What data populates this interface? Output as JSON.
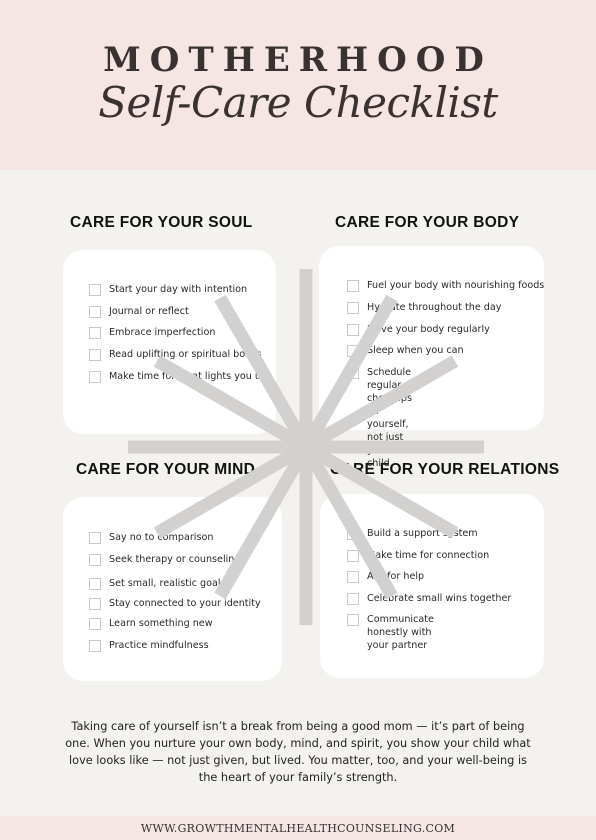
{
  "header": {
    "title": "MOTHERHOOD",
    "subtitle": "Self-Care Checklist"
  },
  "sections": {
    "soul": {
      "title": "CARE FOR YOUR SOUL",
      "items": [
        "Start your day with intention",
        "Journal or reflect",
        "Embrace imperfection",
        "Read uplifting or spiritual books",
        "Make time for what lights you up"
      ]
    },
    "body": {
      "title": "CARE FOR YOUR BODY",
      "items": [
        "Fuel your body with nourishing foods",
        "Hydrate throughout the day",
        "Move your body regularly",
        "Sleep when you can",
        "Schedule regular checkups for\nyourself, not just your child"
      ]
    },
    "mind": {
      "title": "CARE FOR YOUR MIND",
      "items": [
        "Say no to comparison",
        "Seek therapy or counseling",
        "Set small, realistic goals",
        "Stay connected to your identity",
        "Learn something new",
        "Practice mindfulness"
      ]
    },
    "relations": {
      "title": "CARE FOR YOUR RELATIONS",
      "items": [
        "Build a support system",
        "Make time for connection",
        "Ask for help",
        "Celebrate small wins together",
        "Communicate honestly with\nyour partner"
      ]
    }
  },
  "footer": {
    "paragraph": "Taking care of yourself isn’t a break from being a good mom — it’s part of being one. When you nurture your own body, mind, and spirit, you show your child what love looks like — not just given, but lived. You matter, too, and your well-being is the heart of your family’s strength.",
    "url": "WWW.GROWTHMENTALHEALTHCOUNSELING.COM"
  },
  "colors": {
    "header_bg": "#f5e6e3",
    "page_bg": "#f4f2ee",
    "card_bg": "#ffffff",
    "burst": "#d3d1cf"
  }
}
